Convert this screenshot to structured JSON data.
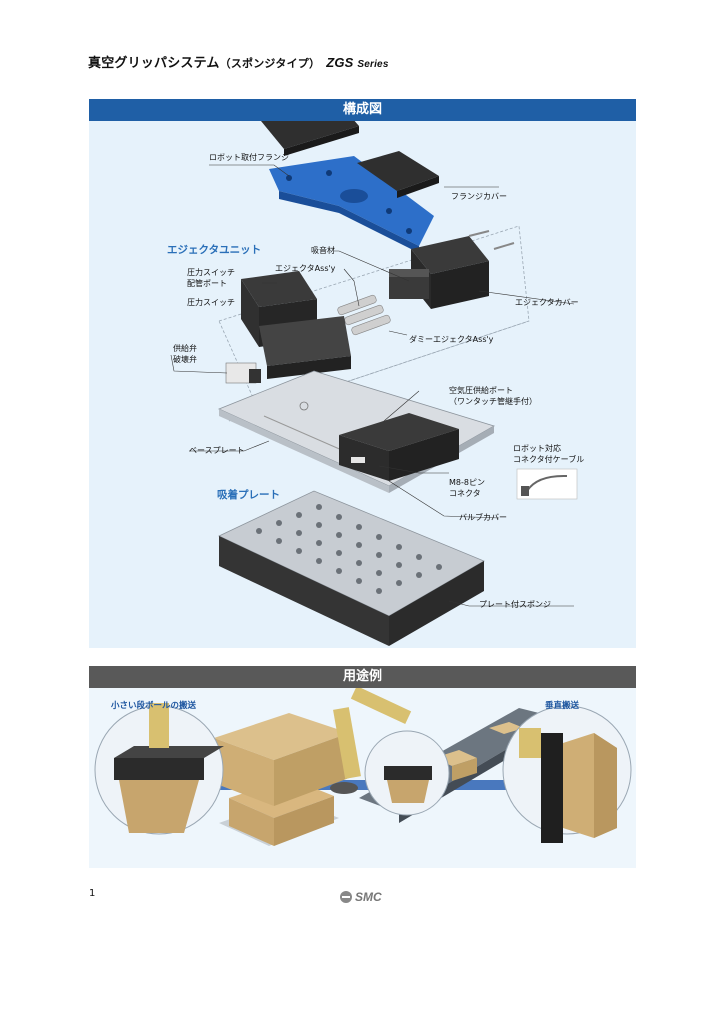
{
  "header": {
    "title_main": "真空グリッパシステム",
    "title_paren": "（スポンジタイプ）",
    "series_code": "ZGS",
    "series_word": "Series"
  },
  "section_construction": {
    "title": "構成図",
    "group_ejector": "エジェクタユニット",
    "group_suction": "吸着プレート",
    "labels": {
      "robot_flange": "ロボット取付フランジ",
      "flange_cover": "フランジカバー",
      "silencer": "吸音材",
      "ejector_assy": "エジェクタAss'y",
      "pressure_switch_port_1": "圧力スイッチ",
      "pressure_switch_port_2": "配管ポート",
      "pressure_switch": "圧力スイッチ",
      "ejector_cover": "エジェクタカバー",
      "dummy_ejector": "ダミーエジェクタAss'y",
      "supply_valve": "供給弁",
      "release_valve": "破壊弁",
      "air_supply_1": "空気圧供給ポート",
      "air_supply_2": "（ワンタッチ管継手付）",
      "robot_cable_1": "ロボット対応",
      "robot_cable_2": "コネクタ付ケーブル",
      "base_plate": "ベースプレート",
      "m8_connector_1": "M8-8ピン",
      "m8_connector_2": "コネクタ",
      "valve_cover": "バルブカバー",
      "sponge_plate": "プレート付スポンジ"
    }
  },
  "section_application": {
    "title": "用途例",
    "left_caption": "小さい段ボールの搬送",
    "right_caption": "垂直搬送"
  },
  "footer": {
    "page_number": "1",
    "brand": "SMC"
  }
}
